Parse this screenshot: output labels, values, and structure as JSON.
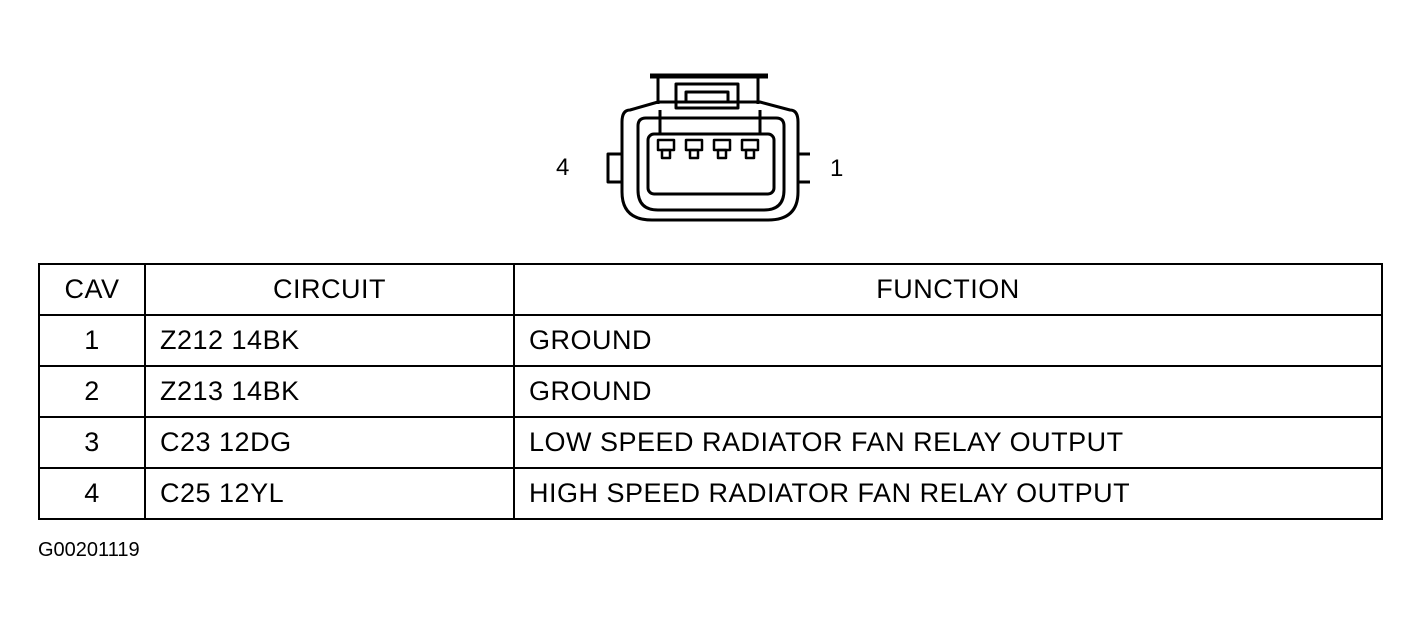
{
  "connector": {
    "left_pin_label": "4",
    "right_pin_label": "1"
  },
  "table": {
    "headers": [
      "CAV",
      "CIRCUIT",
      "FUNCTION"
    ],
    "rows": [
      {
        "cav": "1",
        "circuit": "Z212 14BK",
        "function": "GROUND"
      },
      {
        "cav": "2",
        "circuit": "Z213 14BK",
        "function": "GROUND"
      },
      {
        "cav": "3",
        "circuit": "C23 12DG",
        "function": "LOW SPEED RADIATOR FAN RELAY OUTPUT"
      },
      {
        "cav": "4",
        "circuit": "C25 12YL",
        "function": "HIGH SPEED RADIATOR FAN RELAY OUTPUT"
      }
    ]
  },
  "figure_code": "G00201119"
}
